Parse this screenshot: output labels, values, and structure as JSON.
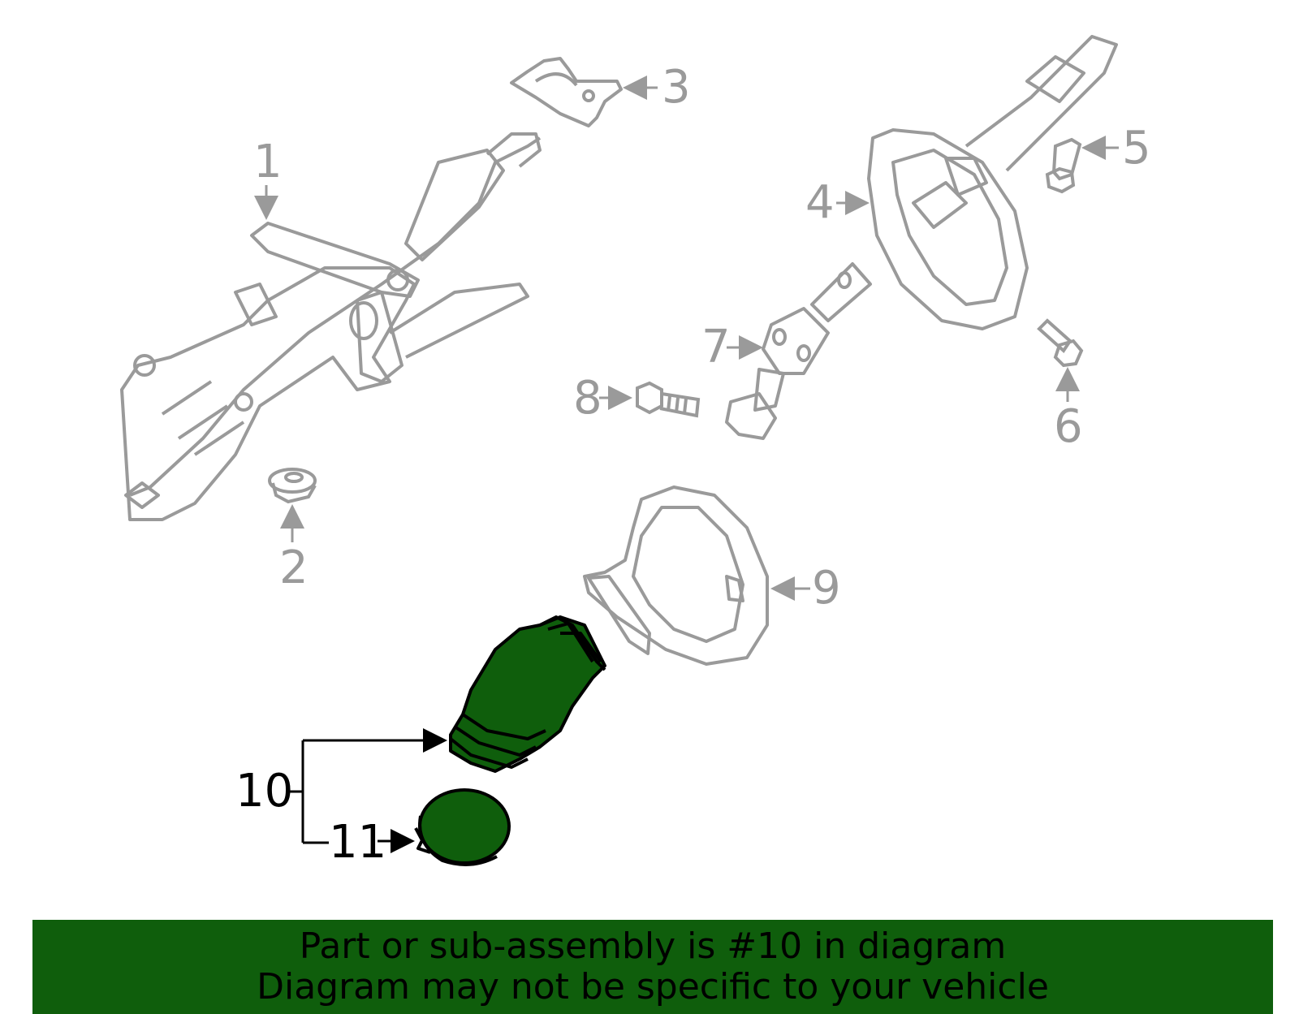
{
  "callouts": {
    "c1": "1",
    "c2": "2",
    "c3": "3",
    "c4": "4",
    "c5": "5",
    "c6": "6",
    "c7": "7",
    "c8": "8",
    "c9": "9",
    "c10": "10",
    "c11": "11"
  },
  "banner": {
    "line1": "Part or sub-assembly is #10 in diagram",
    "line2": "Diagram may not be specific to your vehicle"
  },
  "colors": {
    "line_gray": "#9a9a9a",
    "highlight_green": "#0f5e0c",
    "banner_green": "#0f5e0c",
    "text_black": "#000000"
  }
}
